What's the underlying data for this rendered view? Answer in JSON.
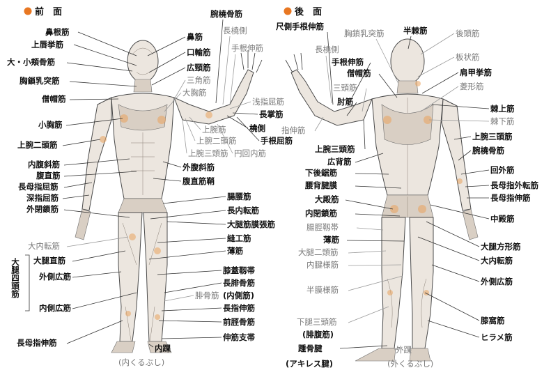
{
  "sections": {
    "front": "前　面",
    "back": "後　面",
    "bullet_color": "#e87722"
  },
  "front_labels": {
    "bikon": "鼻根筋",
    "jouhin_kyo": "上唇挙筋",
    "dai_shou_kyokotsu": "大・小頬骨筋",
    "kyousa_nyuutotsu": "胸鎖乳突筋",
    "soubou": "僧帽筋",
    "shoukyou": "小胸筋",
    "joowan_nitou": "上腕二頭筋",
    "naifuku_sha": "内腹斜筋",
    "fukuchoku": "腹直筋",
    "choubo_shi_kukkin": "長母指屈筋",
    "shin_shi_kukkin": "深指屈筋",
    "gaiheisa": "外閉鎖筋",
    "dainai_ten": "大内転筋",
    "quad_vertical": "大腿四頭筋",
    "daitai_choku": "大腿直筋",
    "gaisoku_kou": "外側広筋",
    "naisoku_kou": "内側広筋",
    "choubo_shi_shin": "長母指伸筋",
    "bi": "鼻筋",
    "kourin": "口輪筋",
    "kouken": "広頸筋",
    "sankaku": "三角筋",
    "daikyou": "大胸筋",
    "wantou_kotsu": "腕橈骨筋",
    "choutou_soku": "長橈側",
    "shukon_shin": "手根伸筋",
    "senshi_kukkin": "浅指屈筋",
    "choushou": "長掌筋",
    "toukotsu": "橈側",
    "shukon_kukkin": "手根屈筋",
    "jouwan": "上腕筋",
    "jouwan_nitou_sub": "上腕二頭筋",
    "jouwan_santou": "上腕三頭筋",
    "enkai_nai": "円回内筋",
    "gaifuku_sha": "外腹斜筋",
    "fukuchoku_shou": "腹直筋鞘",
    "chouyou": "腸腰筋",
    "chounai_ten": "長内転筋",
    "daitai_kinmaku": "大腿筋膜張筋",
    "houkou": "縫工筋",
    "haku": "薄筋",
    "shitsugai_jintai": "膝蓋靱帯",
    "chouhi_kotsu": "長腓骨筋",
    "hikotsu": "腓骨筋",
    "naisoku_paren": "(内側筋)",
    "choushi_shin": "長指伸筋",
    "zenkei_kotsu": "前脛骨筋",
    "shinkin_shitai": "伸筋支帯",
    "naika": "内踝",
    "naika_reading": "(内くるぶし)"
  },
  "back_labels": {
    "shakusoku_shukon_shin": "尺側手根伸筋",
    "kyousa_nyuutotsu_b": "胸鎖乳突筋",
    "hankyoku": "半棘筋",
    "koutou": "後頭筋",
    "choutou_soku_b": "長橈側",
    "hanjou": "板状筋",
    "shukon_shin_b": "手根伸筋",
    "kenkou_kyo": "肩甲挙筋",
    "soubou_b": "僧帽筋",
    "ryoukei": "菱形筋",
    "santou": "三頭筋",
    "chuu": "肘筋",
    "kyokujou": "棘上筋",
    "kyokka": "棘下筋",
    "jouwan_santou_b": "上腕三頭筋",
    "wantou_kotsu_b": "腕橈骨筋",
    "kougai": "回外筋",
    "choubo_shi_gaiten": "長母指外転筋",
    "choubo_shi_shin_b": "長母指伸筋",
    "shishin": "指伸筋",
    "joowan_santou_left": "上腕三頭筋",
    "kouhai": "広背筋",
    "kagou_kyo": "下後鋸筋",
    "yohai_kinmaku": "腰背腱膜",
    "daiden": "大殿筋",
    "naiheisa": "内閉鎖筋",
    "chuuden": "中殿筋",
    "chouke_jintai": "腸脛靱帯",
    "haku_b": "薄筋",
    "daitai_nitou": "大腿二頭筋",
    "naiken_you": "内腱様筋",
    "daitai_houkei": "大腿方形筋",
    "dainai_ten_b": "大内転筋",
    "gaisoku_kou_b": "外側広筋",
    "hanmaku_you": "半膜様筋",
    "shitsuka": "膝窩筋",
    "kakei_santou": "下腿三頭筋",
    "fukuchou": "(腓腹筋)",
    "hirame": "ヒラメ筋",
    "shoukotsu_ken": "踵骨腱",
    "achilles": "(アキレス腱)",
    "gaika": "外踝",
    "gaika_reading": "(外くるぶし)"
  }
}
